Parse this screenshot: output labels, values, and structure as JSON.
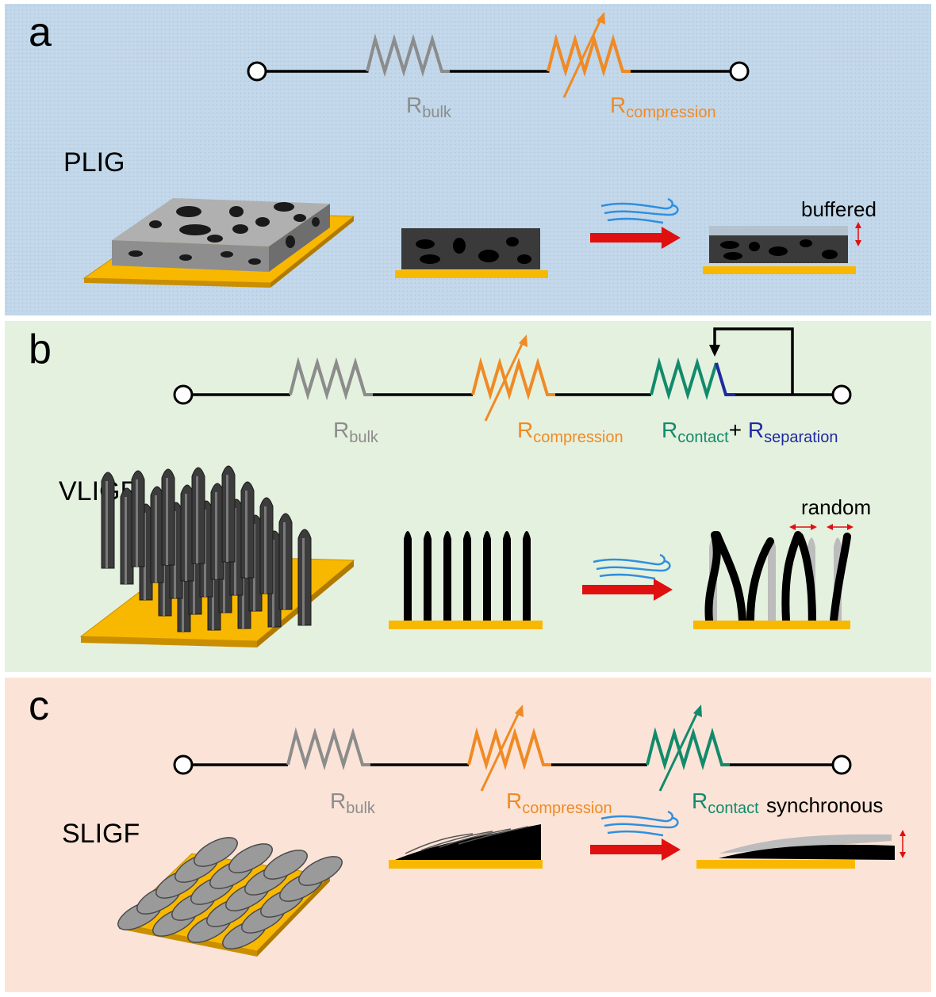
{
  "panels": {
    "a": {
      "label": "a",
      "material": "PLIG",
      "resistors": {
        "bulk": {
          "r": "R",
          "sub": "bulk"
        },
        "compression": {
          "r": "R",
          "sub": "compression"
        }
      },
      "annotation": "buffered"
    },
    "b": {
      "label": "b",
      "material": "VLIGF",
      "resistors": {
        "bulk": {
          "r": "R",
          "sub": "bulk"
        },
        "compression": {
          "r": "R",
          "sub": "compression"
        },
        "contact": {
          "r": "R",
          "sub": "contact"
        },
        "plus": "+",
        "separation": {
          "r": "R",
          "sub": "separation"
        }
      },
      "annotation": "random"
    },
    "c": {
      "label": "c",
      "material": "SLIGF",
      "resistors": {
        "bulk": {
          "r": "R",
          "sub": "bulk"
        },
        "compression": {
          "r": "R",
          "sub": "compression"
        },
        "contact": {
          "r": "R",
          "sub": "contact"
        }
      },
      "annotation": "synchronous"
    }
  },
  "colors": {
    "bulk": "#8c8c8c",
    "compression": "#f08a24",
    "contact": "#128a6c",
    "separation": "#1f2aa0",
    "substrate": "#f9b800",
    "arrow": "#e01010",
    "wind": "#2f8fe0"
  }
}
